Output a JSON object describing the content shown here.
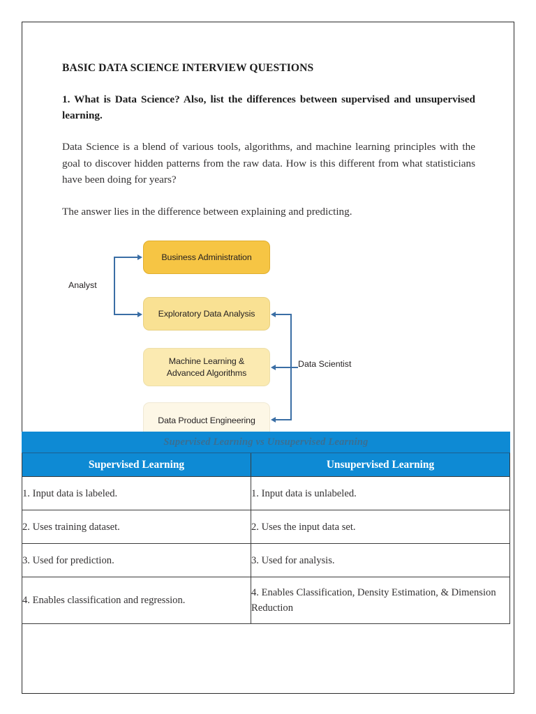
{
  "document": {
    "title": "BASIC DATA SCIENCE INTERVIEW QUESTIONS",
    "question": "1. What is Data Science? Also, list the differences between supervised and unsupervised learning.",
    "paragraph_1": "Data Science is a blend of various tools, algorithms, and machine learning principles with the goal to discover hidden patterns from the raw data. How is this different from what statisticians have been doing for years?",
    "paragraph_2": "The answer lies in the difference between explaining and predicting."
  },
  "diagram": {
    "boxes": [
      {
        "label": "Business Administration",
        "color": "#f6c544"
      },
      {
        "label": "Exploratory Data Analysis",
        "color": "#f9e193"
      },
      {
        "label": "Machine Learning &\nAdvanced Algorithms",
        "line1": "Machine Learning &",
        "line2": "Advanced Algorithms",
        "color": "#fbeab1"
      },
      {
        "label": "Data Product Engineering",
        "color": "#fdf7e6"
      }
    ],
    "role_left": "Analyst",
    "role_right": "Data Scientist",
    "connector_color": "#3a6ea5"
  },
  "table": {
    "caption": "Supervised Learning vs Unsupervised Learning",
    "header_color": "#0e8ad4",
    "columns": [
      "Supervised Learning",
      "Unsupervised Learning"
    ],
    "rows": [
      [
        "1. Input data is labeled.",
        "1. Input data is unlabeled."
      ],
      [
        "2. Uses training dataset.",
        "2. Uses the input data set."
      ],
      [
        "3. Used for prediction.",
        "3. Used for analysis."
      ],
      [
        "4. Enables classification and regression.",
        "4. Enables Classification, Density Estimation, & Dimension Reduction"
      ]
    ]
  }
}
